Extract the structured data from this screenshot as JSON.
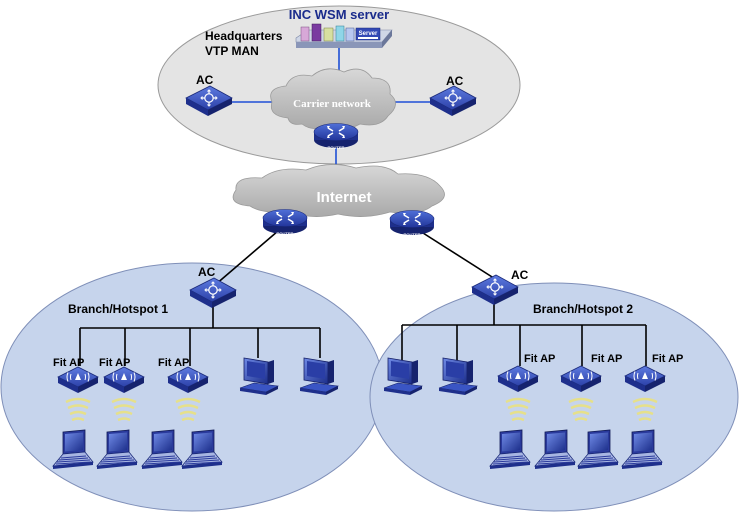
{
  "headquarters": {
    "server_title": "INC WSM server",
    "label_line1": "Headquarters",
    "label_line2": "VTP MAN",
    "server_box_label": "Server",
    "ac_left": "AC",
    "ac_right": "AC",
    "carrier_network": "Carrier network",
    "router_label": "ROUTER"
  },
  "internet": {
    "label": "Internet",
    "router_left_label": "ROUTER",
    "router_right_label": "ROUTER"
  },
  "branch1": {
    "title": "Branch/Hotspot 1",
    "ac": "AC",
    "ap_labels": [
      "Fit AP",
      "Fit AP",
      "Fit AP"
    ]
  },
  "branch2": {
    "title": "Branch/Hotspot 2",
    "ac": "AC",
    "ap_labels": [
      "Fit AP",
      "Fit AP",
      "Fit AP"
    ]
  },
  "colors": {
    "zone_hq": "#e4e4e4",
    "zone_branch": "#c6d4ec",
    "device": "#3349b5",
    "link_hq": "#1f4fd6",
    "link_branch": "#000000",
    "cloud": "#bfbfbf",
    "wifi": "#e6e08a"
  },
  "icons": {
    "ac": "wireless-controller-icon",
    "router": "router-icon",
    "ap": "access-point-icon",
    "desktop": "desktop-pc-icon",
    "laptop": "laptop-icon",
    "server": "server-rack-icon",
    "cloud": "cloud-icon"
  }
}
